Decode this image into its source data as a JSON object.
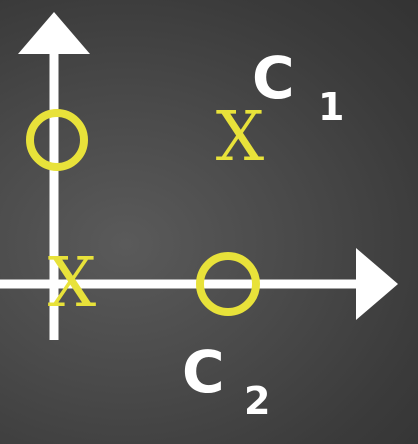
{
  "colors": {
    "background": "#444444",
    "axis": "#ffffff",
    "marker": "#e8e23a",
    "label": "#ffffff"
  },
  "labels": {
    "c1": {
      "letter": "C",
      "subscript": "1"
    },
    "c2": {
      "letter": "C",
      "subscript": "2"
    }
  },
  "markers": {
    "x_symbol": "X",
    "o_symbol": "circle"
  },
  "icons": {
    "x_axis_arrow": "arrow-right-icon",
    "y_axis_arrow": "arrow-up-icon"
  }
}
